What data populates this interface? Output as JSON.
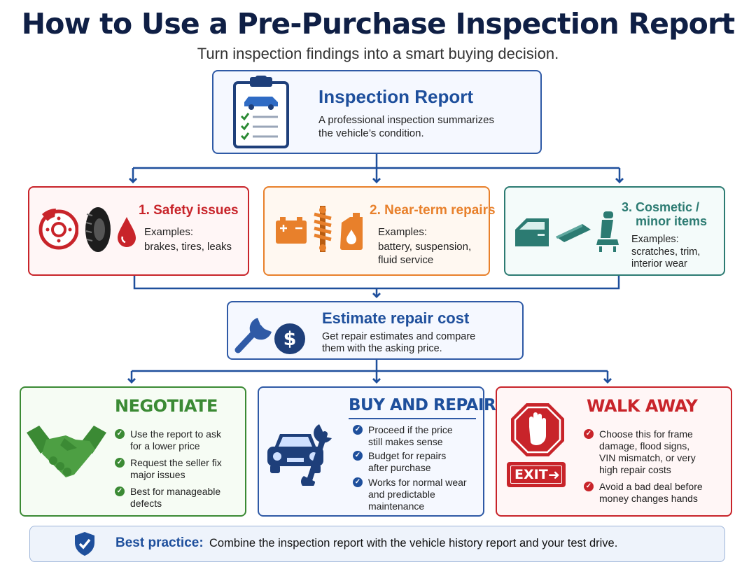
{
  "title": "How to Use a Pre-Purchase Inspection Report",
  "subtitle": "Turn inspection findings into a smart buying decision.",
  "report": {
    "heading": "Inspection Report",
    "lines": [
      "A professional inspection summarizes",
      "the vehicle’s condition."
    ]
  },
  "categories": [
    {
      "heading": "1. Safety issues",
      "examples_label": "Examples:",
      "examples": [
        "brakes, tires, leaks"
      ]
    },
    {
      "heading": "2. Near-term repairs",
      "examples_label": "Examples:",
      "examples": [
        "battery, suspension,",
        "fluid service"
      ]
    },
    {
      "heading_lines": [
        "3. Cosmetic /",
        "minor items"
      ],
      "examples_label": "Examples:",
      "examples": [
        "scratches, trim,",
        "interior wear"
      ]
    }
  ],
  "estimate": {
    "heading": "Estimate repair cost",
    "lines": [
      "Get repair estimates and compare",
      "them with the asking price."
    ]
  },
  "options": [
    {
      "heading": "NEGOTIATE",
      "bullets": [
        [
          "Use the report to ask",
          "for a lower price"
        ],
        [
          "Request the seller fix",
          "major issues"
        ],
        [
          "Best for manageable",
          "defects"
        ]
      ]
    },
    {
      "heading": "BUY AND REPAIR",
      "bullets": [
        [
          "Proceed if the price",
          "still makes sense"
        ],
        [
          "Budget for repairs",
          "after purchase"
        ],
        [
          "Works for normal wear",
          "and predictable",
          "maintenance"
        ]
      ]
    },
    {
      "heading": "WALK AWAY",
      "exit_sign": "EXIT",
      "bullets": [
        [
          "Choose this for frame",
          "damage, flood signs,",
          "VIN mismatch, or very",
          "high repair costs"
        ],
        [
          "Avoid a bad deal before",
          "money changes hands"
        ]
      ]
    }
  ],
  "best_practice": {
    "label": "Best practice:",
    "text": "Combine the inspection report with the vehicle history report and your test drive."
  },
  "colors": {
    "navy": "#0f1f45",
    "blue": "#1e4f9c",
    "red": "#c8242a",
    "orange": "#e8802b",
    "teal": "#2c7b72",
    "green": "#3b8a34"
  }
}
